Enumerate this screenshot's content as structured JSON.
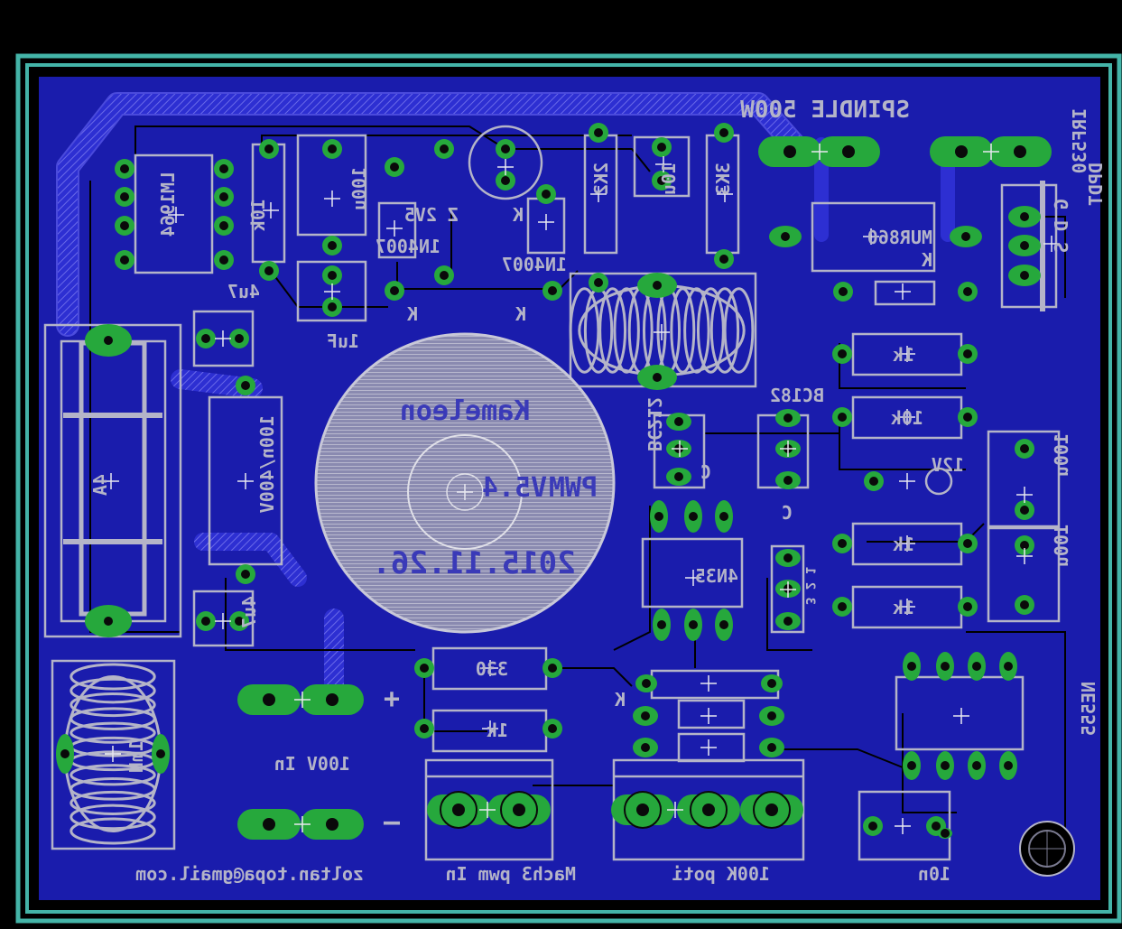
{
  "colors": {
    "background": "#000000",
    "board_outline": "#44b4a8",
    "board_fill": "#1a1cac",
    "copper_fill": "#2d2fd2",
    "silkscreen": "#b4b4c8",
    "pad": "#26a83c",
    "trace_hatch": "#4a4adc",
    "drill": "#0a0a0a"
  },
  "board": {
    "title_text": "SPINDLE 500W",
    "logo_name": "Kameleon",
    "logo_version": "V5.4",
    "logo_mode": "PWM",
    "logo_date": "2015.11.26."
  },
  "labels": {
    "dpdt": "DPDT",
    "ic_tl": "LM1964",
    "res_10k": "10k",
    "cap_100u_a": "100u",
    "cap_1uf": "1uF",
    "cap_4u7_a": "4u7",
    "zd_2v5": "Z 2V5",
    "d1": "1N4007",
    "d2": "1N4007",
    "k1": "K",
    "k2": "K",
    "k3": "K",
    "k4": "K",
    "k5": "K",
    "r_2k2": "2K2",
    "r_3k3": "3K3",
    "cap_10u": "10u",
    "mosfet": "IRF530",
    "gds": "G D S",
    "mur": "MUR860",
    "r_1k_a": "1k",
    "r_10k_b": "10k",
    "r_1k_b": "1k",
    "r_1k_c": "1k",
    "r_12v": "12V",
    "bc182": "BC182",
    "bc212": "BC212",
    "c1": "C",
    "c2": "C",
    "pot_pins": "3 2 1",
    "cap_100u_b": "100u",
    "cap_100u_c": "100u",
    "fuse": "4A",
    "cap_mkt": "100n/400V",
    "cap_4u7_b": "4u7",
    "ic_4n35": "4N35",
    "r_330": "330",
    "r_1k_d": "1k",
    "ne555": "NE555",
    "choke": "1mH",
    "plus": "+",
    "minus": "–",
    "power_in": "100V In",
    "email": "zoltan.topa@gmail.com",
    "mach3_in": "Mach3 pwm In",
    "pot_in": "100K poti",
    "cap_10n": "10n"
  }
}
